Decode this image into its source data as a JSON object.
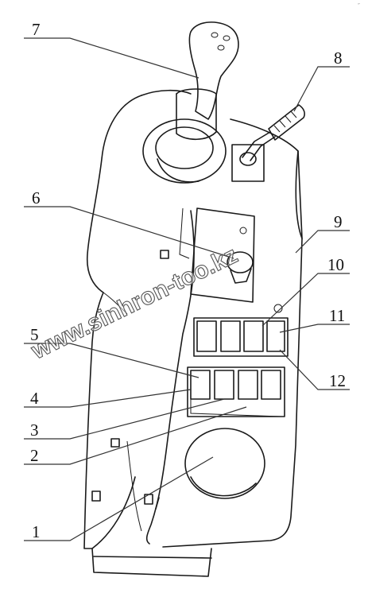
{
  "callouts": [
    "1",
    "2",
    "3",
    "4",
    "5",
    "6",
    "7",
    "8",
    "9",
    "10",
    "11",
    "12"
  ],
  "watermark": "www.sinhron-too.kz",
  "corner_mark": "″"
}
